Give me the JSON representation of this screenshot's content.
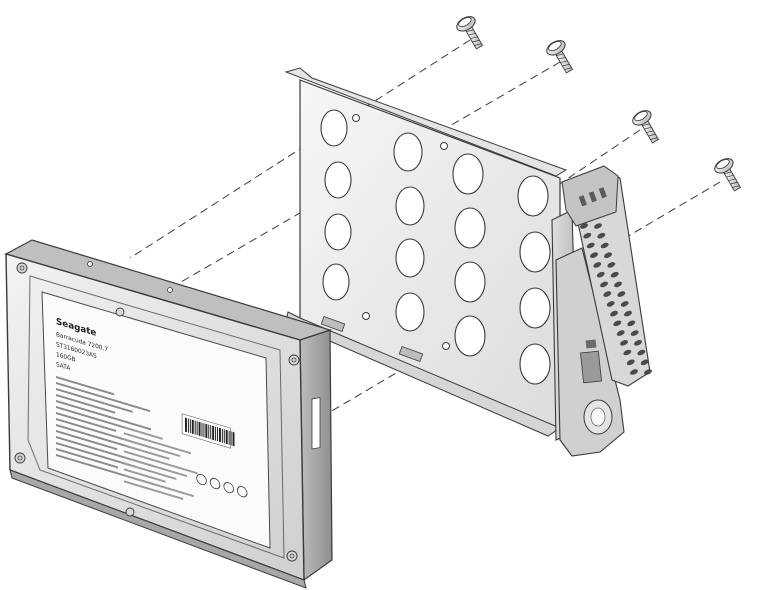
{
  "diagram": {
    "drive_label": {
      "brand": "Seagate",
      "lines": [
        "Barracuda 7200.7",
        "ST3160023AS",
        "160GB",
        "SATA"
      ]
    },
    "colors": {
      "line": "#3a3a3a",
      "metal_light": "#e9e9e9",
      "metal_mid": "#cfcfcf",
      "metal_dark": "#9a9a9a",
      "bracket_fill": "#efefef",
      "hole_fill": "#ffffff"
    },
    "icons": [
      "screw-icon",
      "screw-icon",
      "screw-icon",
      "screw-icon"
    ]
  }
}
